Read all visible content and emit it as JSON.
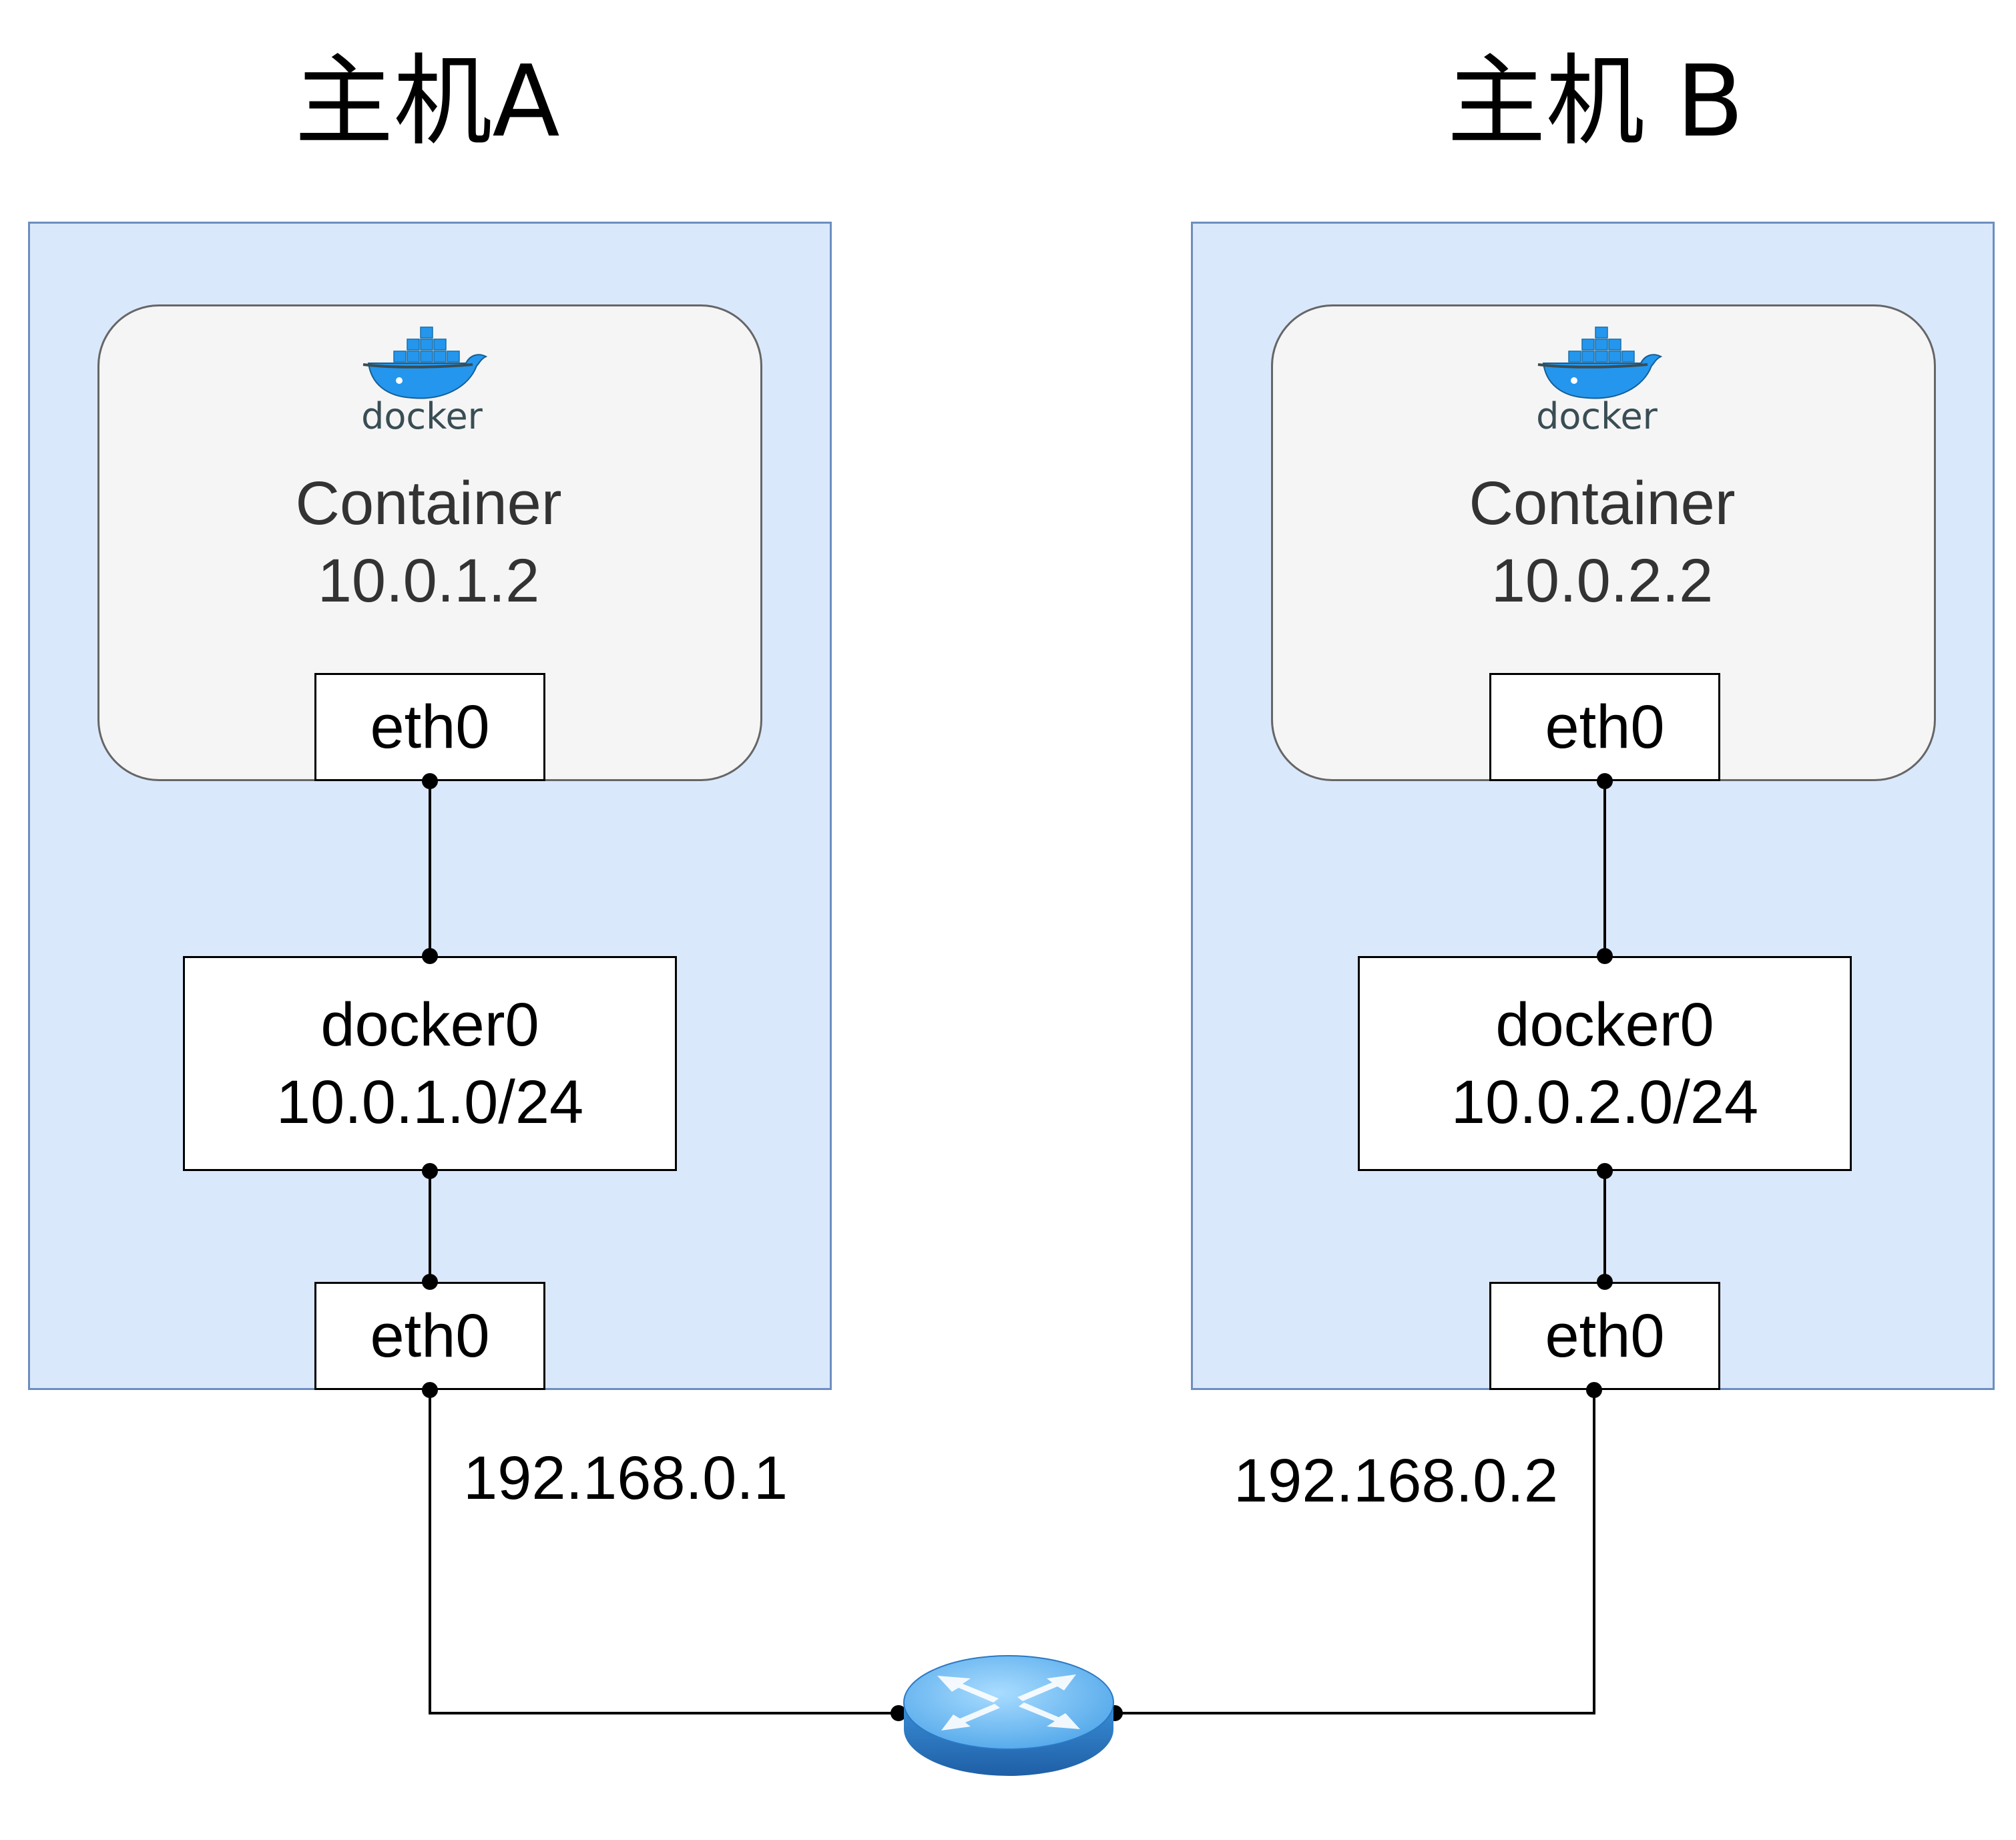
{
  "hosts": [
    {
      "title": "主机A",
      "container": {
        "name": "Container",
        "ip": "10.0.1.2",
        "interface": "eth0"
      },
      "bridge": {
        "name": "docker0",
        "subnet": "10.0.1.0/24"
      },
      "host_interface": "eth0",
      "host_ip": "192.168.0.1"
    },
    {
      "title": "主机 B",
      "container": {
        "name": "Container",
        "ip": "10.0.2.2",
        "interface": "eth0"
      },
      "bridge": {
        "name": "docker0",
        "subnet": "10.0.2.0/24"
      },
      "host_interface": "eth0",
      "host_ip": "192.168.0.2"
    }
  ],
  "logo_text": "docker",
  "icons": {
    "container_logo": "docker-whale-icon",
    "network_device": "router-icon"
  },
  "colors": {
    "host_fill": "#dae8fc",
    "host_border": "#6c8ebf",
    "container_fill": "#f5f5f5",
    "container_border": "#666666",
    "docker_blue": "#2496ed",
    "router_blue": "#4aa3e8"
  }
}
